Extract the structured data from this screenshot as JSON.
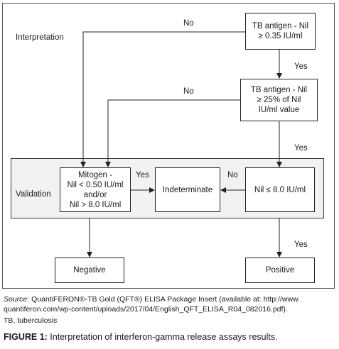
{
  "diagram": {
    "interpretation_label": "Interpretation",
    "validation_label": "Validation",
    "boxes": {
      "tb_antigen_1": "TB antigen - Nil\n≥ 0.35 IU/ml",
      "tb_antigen_2": "TB antigen - Nil\n≥ 25% of Nil\nIU/ml value",
      "mitogen": "Mitogen -\nNil < 0.50 IU/ml\nand/or\nNil > 8.0 IU/ml",
      "indeterminate": "Indeterminate",
      "nil": "Nil ≤ 8.0 IU/ml",
      "negative": "Negative",
      "positive": "Positive"
    },
    "edge_labels": {
      "no_1": "No",
      "yes_1": "Yes",
      "no_2": "No",
      "yes_2": "Yes",
      "yes_mitogen": "Yes",
      "no_nil": "No",
      "yes_positive": "Yes"
    }
  },
  "caption": {
    "source_label": "Source",
    "source_line1": ": QuantiFERON®-TB Gold (QFT®) ELISA Package Insert (available at: http://www.",
    "source_line2": "quantiferon.com/wp-content/uploads/2017/04/English_QFT_ELISA_R04_082016.pdf).",
    "abbrev": "TB, tuberculosis",
    "figure_label": "FIGURE 1:",
    "figure_title": " Interpretation of interferon-gamma release assays results."
  }
}
